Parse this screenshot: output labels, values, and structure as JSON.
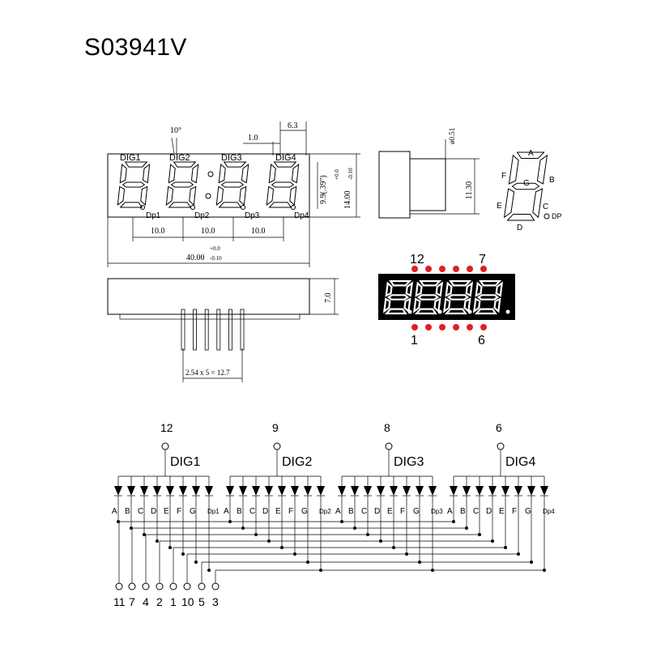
{
  "title": "S03941V",
  "front_view": {
    "digit_labels": [
      "DIG1",
      "DIG2",
      "DIG3",
      "DIG4"
    ],
    "dp_labels": [
      "Dp1",
      "Dp2",
      "Dp3",
      "Dp4"
    ],
    "angle": "10°",
    "pitch_labels": [
      "10.0",
      "10.0",
      "10.0"
    ],
    "width_label": "40.00",
    "width_tol_plus": "+0.0",
    "width_tol_minus": "-0.10",
    "digit_height": "9.9(.39\")",
    "body_height": "14.00",
    "height_tol_plus": "+0.0",
    "height_tol_minus": "-0.10",
    "seg_width": "1.0",
    "digit_width": "6.3"
  },
  "side_view": {
    "pin_diameter": "ø0.51",
    "height": "11.30"
  },
  "bottom_view": {
    "depth": "7.0",
    "pin_pitch": "2.54 x 5 = 12.7"
  },
  "segment_map": {
    "labels": [
      "A",
      "B",
      "C",
      "D",
      "E",
      "F",
      "G",
      "DP"
    ]
  },
  "pin_photo": {
    "top_left": "12",
    "top_right": "7",
    "bottom_left": "1",
    "bottom_right": "6",
    "pin_color": "#e02020",
    "body_color": "#000000",
    "segment_color": "#ffffff"
  },
  "schematic": {
    "digits": [
      {
        "pin": "12",
        "name": "DIG1",
        "dp": "Dp1"
      },
      {
        "pin": "9",
        "name": "DIG2",
        "dp": "Dp2"
      },
      {
        "pin": "8",
        "name": "DIG3",
        "dp": "Dp3"
      },
      {
        "pin": "6",
        "name": "DIG4",
        "dp": "Dp4"
      }
    ],
    "segment_labels": [
      "A",
      "B",
      "C",
      "D",
      "E",
      "F",
      "G"
    ],
    "bottom_pins": [
      "11",
      "7",
      "4",
      "2",
      "1",
      "10",
      "5",
      "3"
    ]
  }
}
